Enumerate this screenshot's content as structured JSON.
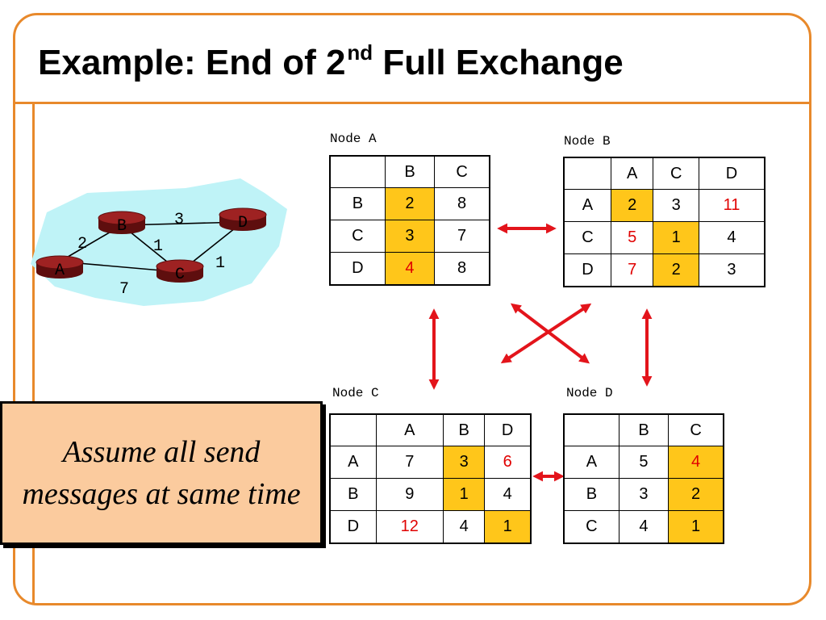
{
  "slide": {
    "title_main": "Example: End of 2",
    "title_sup": "nd",
    "title_rest": " Full Exchange"
  },
  "network": {
    "nodes": [
      "A",
      "B",
      "C",
      "D"
    ],
    "links": [
      {
        "from": "A",
        "to": "B",
        "cost": "2"
      },
      {
        "from": "B",
        "to": "D",
        "cost": "3"
      },
      {
        "from": "B",
        "to": "C",
        "cost": "1"
      },
      {
        "from": "C",
        "to": "D",
        "cost": "1"
      },
      {
        "from": "A",
        "to": "C",
        "cost": "7"
      }
    ]
  },
  "tables": {
    "a": {
      "label": "Node A",
      "cols": [
        "B",
        "C"
      ],
      "rows": [
        {
          "dest": "B",
          "cells": [
            {
              "v": "2",
              "hl": true
            },
            {
              "v": "8"
            }
          ]
        },
        {
          "dest": "C",
          "cells": [
            {
              "v": "3",
              "hl": true
            },
            {
              "v": "7"
            }
          ]
        },
        {
          "dest": "D",
          "cells": [
            {
              "v": "4",
              "hl": true,
              "red": true
            },
            {
              "v": "8"
            }
          ]
        }
      ]
    },
    "b": {
      "label": "Node B",
      "cols": [
        "A",
        "C",
        "D"
      ],
      "rows": [
        {
          "dest": "A",
          "cells": [
            {
              "v": "2",
              "hl": true
            },
            {
              "v": "3"
            },
            {
              "v": "11",
              "red": true
            }
          ]
        },
        {
          "dest": "C",
          "cells": [
            {
              "v": "5",
              "red": true
            },
            {
              "v": "1",
              "hl": true
            },
            {
              "v": "4"
            }
          ]
        },
        {
          "dest": "D",
          "cells": [
            {
              "v": "7",
              "red": true
            },
            {
              "v": "2",
              "hl": true
            },
            {
              "v": "3"
            }
          ]
        }
      ]
    },
    "c": {
      "label": "Node C",
      "cols": [
        "A",
        "B",
        "D"
      ],
      "rows": [
        {
          "dest": "A",
          "cells": [
            {
              "v": "7"
            },
            {
              "v": "3",
              "hl": true
            },
            {
              "v": "6",
              "red": true
            }
          ]
        },
        {
          "dest": "B",
          "cells": [
            {
              "v": "9"
            },
            {
              "v": "1",
              "hl": true
            },
            {
              "v": "4"
            }
          ]
        },
        {
          "dest": "D",
          "cells": [
            {
              "v": "12",
              "red": true
            },
            {
              "v": "4"
            },
            {
              "v": "1",
              "hl": true
            }
          ]
        }
      ]
    },
    "d": {
      "label": "Node D",
      "cols": [
        "B",
        "C"
      ],
      "rows": [
        {
          "dest": "A",
          "cells": [
            {
              "v": "5"
            },
            {
              "v": "4",
              "hl": true,
              "red": true
            }
          ]
        },
        {
          "dest": "B",
          "cells": [
            {
              "v": "3"
            },
            {
              "v": "2",
              "hl": true
            }
          ]
        },
        {
          "dest": "C",
          "cells": [
            {
              "v": "4"
            },
            {
              "v": "1",
              "hl": true
            }
          ]
        }
      ]
    }
  },
  "note": {
    "text": "Assume all send messages at same time"
  },
  "colors": {
    "accent_orange": "#E8892B",
    "highlight": "#FFC61A",
    "changed_value": "#E00000",
    "arrow_red": "#E3141B",
    "router": "#8B1A1A",
    "cloud": "#BFF3F7",
    "note_bg": "#FBCB9E"
  }
}
